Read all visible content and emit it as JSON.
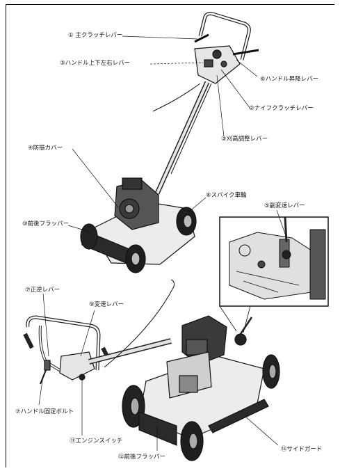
{
  "labels": {
    "main_clutch_lever": "① 主クラッチレバー",
    "handle_updown_lr_lever": "③ハンドル上下左右レバー",
    "handle_lift_lever": "⑥ハンドル昇降レバー",
    "knife_clutch_lever": "②ナイフクラッチレバー",
    "cut_height_lever": "③刈高調整レバー",
    "guard_cover": "④防振カバー",
    "spike_wheel": "⑧スパイク車輪",
    "shift_lever_top": "⑤副変速レバー",
    "front_rear_flapper_top": "⑩前後フラッパー",
    "reverse_lever": "⑦正逆レバー",
    "speed_lever": "⑨変速レバー",
    "handle_fix_bolt": "⑦ハンドル固定ボルト",
    "engine_switch": "⑪エンジンスイッチ",
    "front_rear_flapper_bottom": "⑫前後フラッパー",
    "side_guard": "⑬サイドガード"
  },
  "colors": {
    "ink": "#111111",
    "dark_part": "#2a2a2a",
    "mid_part": "#7a7a7a",
    "light_part": "#d9d9d9"
  }
}
